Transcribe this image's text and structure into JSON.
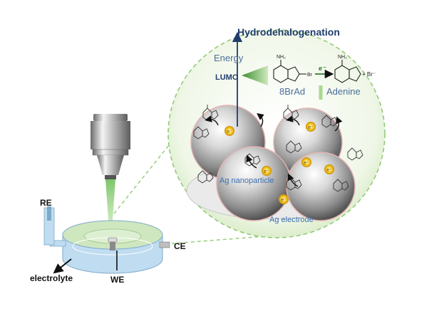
{
  "labels": {
    "title": "Hydrodehalogenation",
    "energy": "Energy",
    "lumo": "LUMO",
    "reactant": "8BrAd",
    "product": "Adenine",
    "product_suffix": "+ Br⁻",
    "electron": "e⁻",
    "np": "Ag nanoparticle",
    "electrode": "Ag electrode",
    "re": "RE",
    "ce": "CE",
    "we": "WE",
    "electrolyte": "electrolyte",
    "nh2": "NH₂",
    "br": "Br"
  },
  "colors": {
    "title": "#1f3d6b",
    "accent_blue": "#3c6fb0",
    "laser_green": "#7fc86a",
    "bubble_fill": "#e6f1da",
    "cell_blue": "#bfdcf1"
  },
  "icons": [
    "objective-lens-icon",
    "laser-beam-icon",
    "electrochemical-cell-icon",
    "silver-sphere-icon",
    "molecule-icon"
  ]
}
